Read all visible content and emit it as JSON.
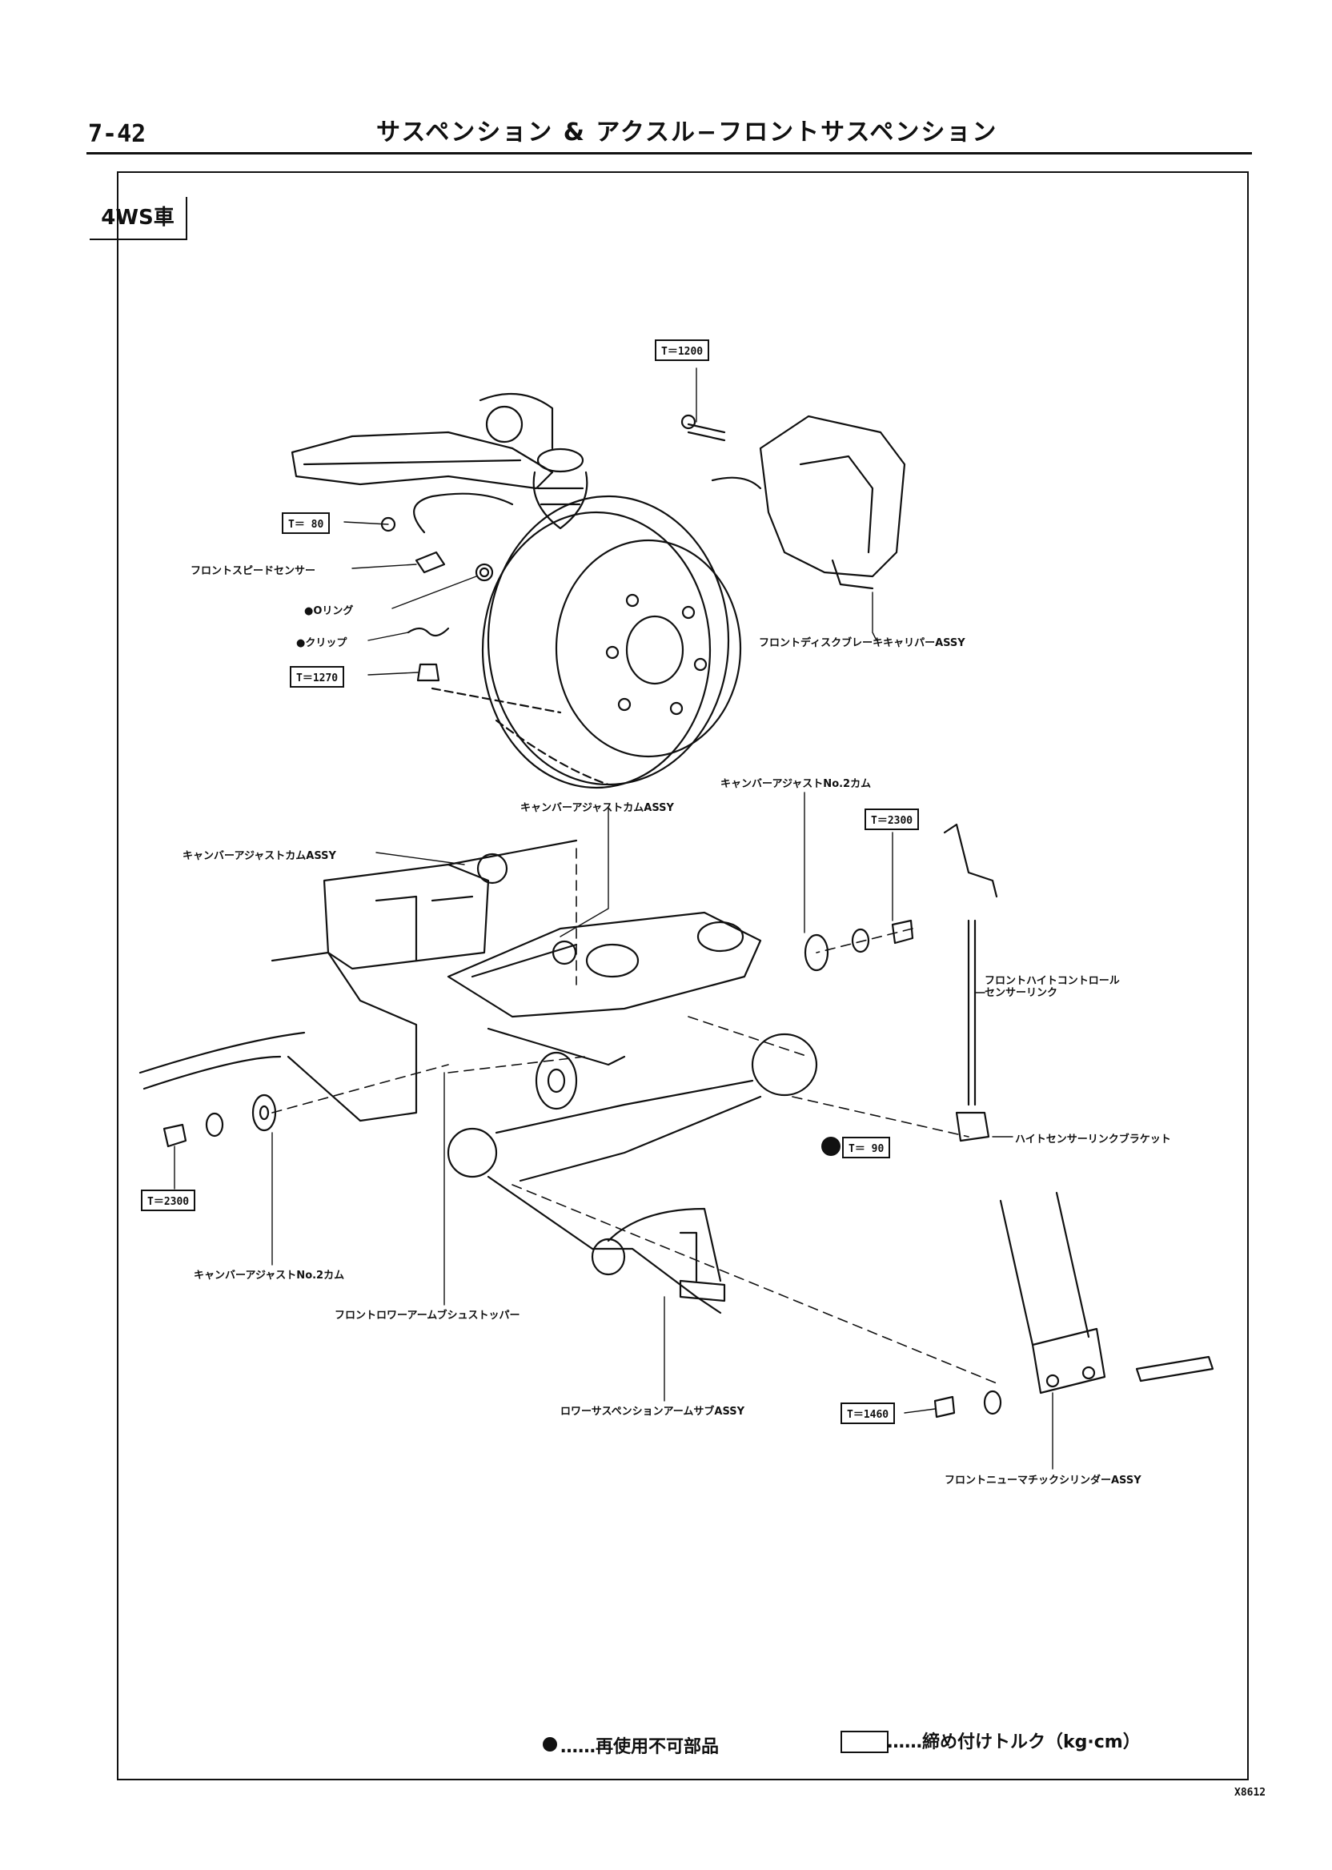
{
  "header": {
    "page_number": "7-42",
    "title": "サスペンション & アクスル−フロントサスペンション"
  },
  "model_tag": "4WS車",
  "labels": {
    "front_speed_sensor": "フロントスピードセンサー",
    "o_ring": "●Oリング",
    "clip": "●クリップ",
    "brake_caliper": "フロントディスクブレーキキャリパーASSY",
    "camber_cam_assy_top": "キャンバーアジャストカムASSY",
    "camber_cam_assy_left": "キャンバーアジャストカムASSY",
    "camber_cam_no2_top": "キャンバーアジャストNo.2カム",
    "height_sensor_link": "フロントハイトコントロール\nセンサーリンク",
    "height_sensor_bracket": "ハイトセンサーリンクブラケット",
    "camber_cam_no2_bottom": "キャンバーアジャストNo.2カム",
    "lower_arm_stopper": "フロントロワーアームブシュストッパー",
    "lower_arm_sub_assy": "ロワーサスペンションアームサブASSY",
    "pneumatic_cylinder": "フロントニューマチックシリンダーASSY"
  },
  "torques": {
    "t1200": "T＝1200",
    "t80": "T＝ 80",
    "t1270": "T＝1270",
    "t2300_top": "T＝2300",
    "t90": "T＝ 90",
    "t2300_bottom": "T＝2300",
    "t1460": "T＝1460"
  },
  "legend": {
    "non_reusable": "……再使用不可部品",
    "torque": "……締め付けトルク（kg·cm）"
  },
  "figure_code": "X8612"
}
